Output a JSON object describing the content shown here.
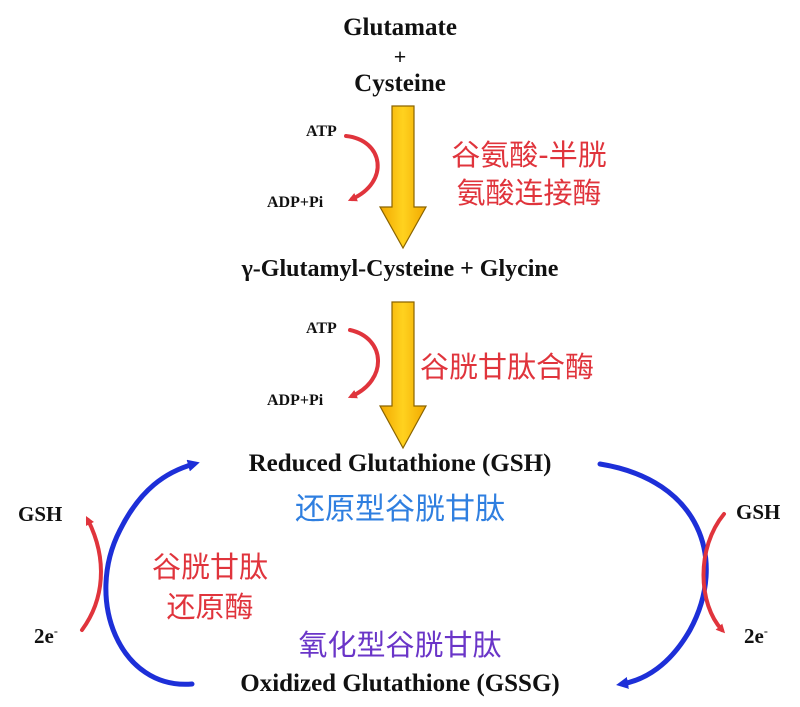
{
  "substrates": {
    "glutamate": "Glutamate",
    "plus": "+",
    "cysteine": "Cysteine"
  },
  "step1": {
    "atp": "ATP",
    "adp": "ADP+Pi",
    "enzyme_line1": "谷氨酸-半胱",
    "enzyme_line2": "氨酸连接酶"
  },
  "intermediate": "γ-Glutamyl-Cysteine + Glycine",
  "step2": {
    "atp": "ATP",
    "adp": "ADP+Pi",
    "enzyme": "谷胱甘肽合酶"
  },
  "gsh": {
    "label": "Reduced Glutathione (GSH)",
    "cn_label": "还原型谷胱甘肽"
  },
  "gssg": {
    "label": "Oxidized Glutathione (GSSG)",
    "cn_label": "氧化型谷胱甘肽"
  },
  "reductase": {
    "line1": "谷胱甘肽",
    "line2": "还原酶"
  },
  "left_cofactor": {
    "top": "GSH",
    "bottom_base": "2e",
    "bottom_sup": "-"
  },
  "right_cofactor": {
    "top": "GSH",
    "bottom_base": "2e",
    "bottom_sup": "-"
  },
  "colors": {
    "synthesis_arrow": "#f7c21a",
    "cycle_arrow": "#1d2fd8",
    "cofactor_arrow": "#e0343c",
    "enzyme_text_red": "#e0343c",
    "reduced_text_blue": "#2f7fe0",
    "oxidized_text_purple": "#6a35c8"
  }
}
